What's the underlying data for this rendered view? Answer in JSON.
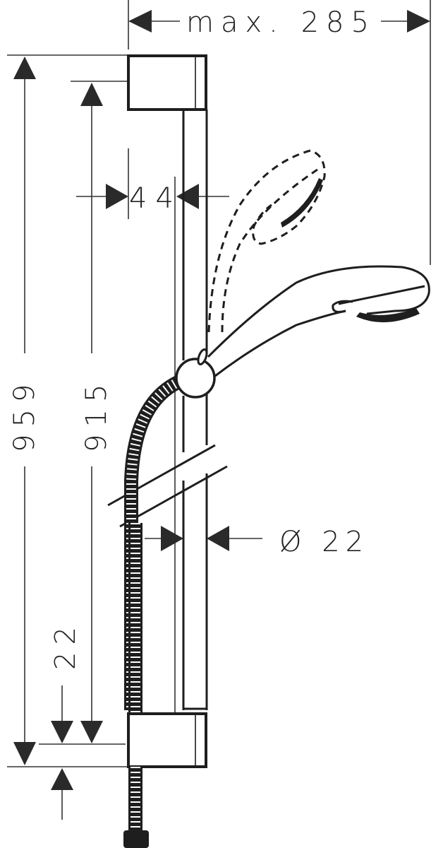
{
  "drawing": {
    "subject": "Shower rail set technical drawing",
    "units": "mm",
    "colors": {
      "line": "#1e1e1e",
      "background": "#ffffff"
    }
  },
  "dimensions": {
    "max_width": {
      "label": "max. 285",
      "value": 285
    },
    "total_height": {
      "label": "959",
      "value": 959
    },
    "rail_length": {
      "label": "915",
      "value": 915
    },
    "wall_offset": {
      "label": "44",
      "value": 44
    },
    "rail_diameter": {
      "label": "Ø 22",
      "value": 22
    },
    "bracket_offset": {
      "label": "22",
      "value": 22
    }
  }
}
